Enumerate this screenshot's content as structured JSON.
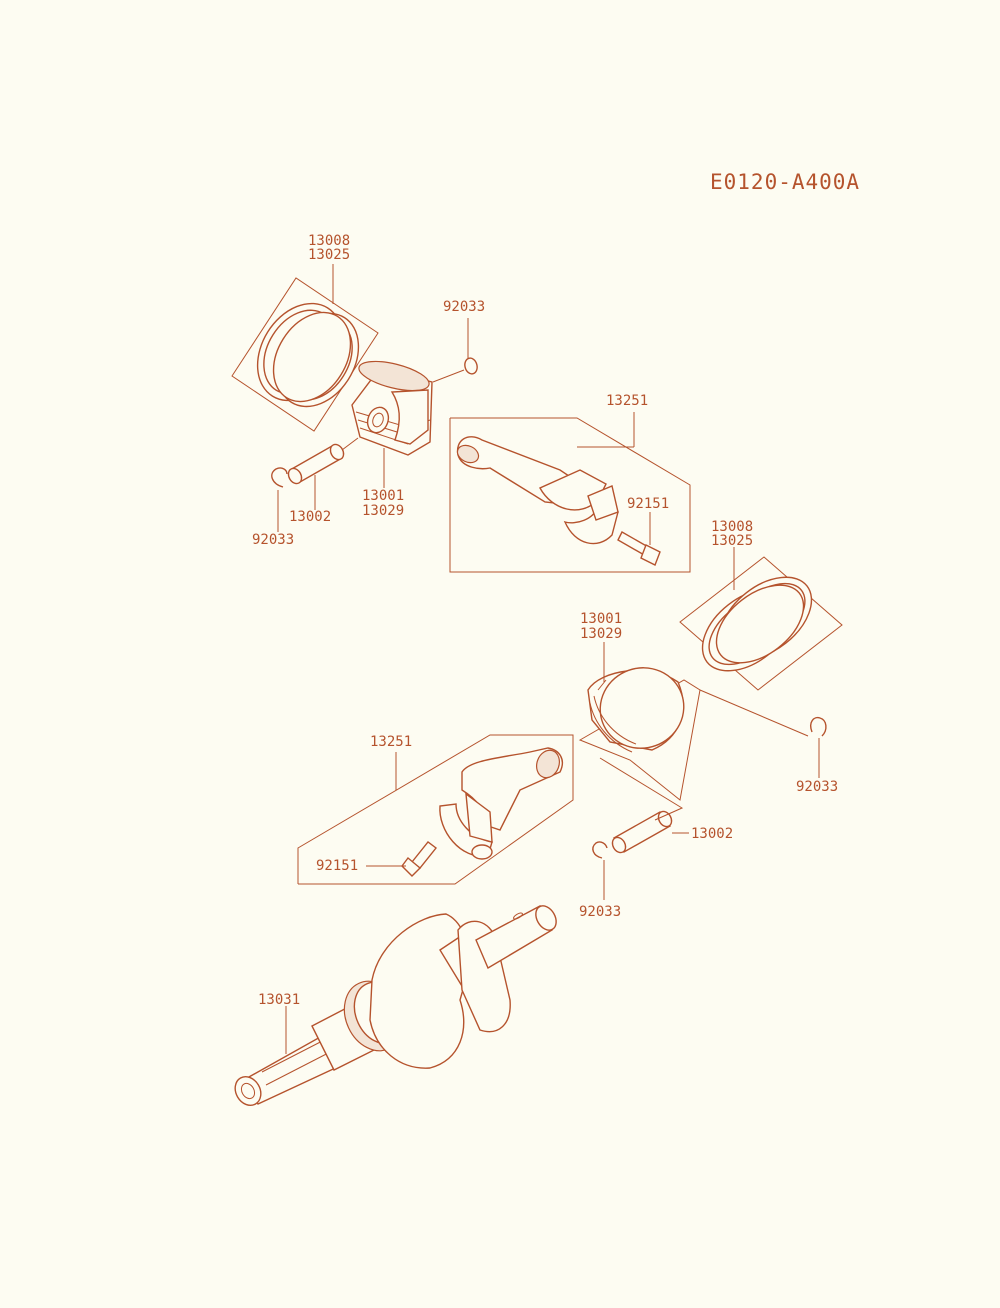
{
  "diagram_code": "E0120-A400A",
  "labels": {
    "rings_1_a": "13008",
    "rings_1_b": "13025",
    "clip_1_top": "92033",
    "conrod_1": "13251",
    "bolt_1": "92151",
    "piston_1_a": "13001",
    "piston_1_b": "13029",
    "pin_1": "13002",
    "clip_1_bottom": "92033",
    "rings_2_a": "13008",
    "rings_2_b": "13025",
    "piston_2_a": "13001",
    "piston_2_b": "13029",
    "clip_2_right": "92033",
    "conrod_2": "13251",
    "bolt_2": "92151",
    "pin_2": "13002",
    "clip_2_bottom": "92033",
    "crankshaft": "13031"
  },
  "colors": {
    "ink": "#b5532d",
    "paper": "#fdfcf2"
  }
}
